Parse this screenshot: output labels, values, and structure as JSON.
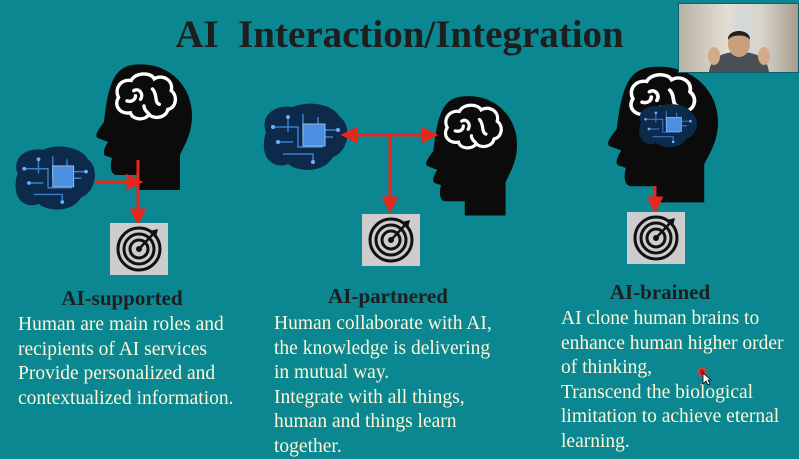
{
  "slide": {
    "title": "AI  Interaction/Integration",
    "columns": [
      {
        "heading": "AI-supported",
        "lines": [
          "Human are main roles and",
          "recipients of AI services",
          "Provide personalized and",
          "contextualized information."
        ]
      },
      {
        "heading": "AI-partnered",
        "lines": [
          "Human collaborate with AI,",
          "the knowledge is delivering",
          "in mutual way.",
          "Integrate with all things,",
          "human and things learn",
          "together."
        ]
      },
      {
        "heading": "AI-brained",
        "lines": [
          "AI clone human brains to",
          "enhance human higher order",
          "of thinking,",
          "Transcend the biological",
          "limitation to achieve eternal",
          "learning."
        ]
      }
    ]
  },
  "colors": {
    "background": "#0a8791",
    "arrow": "#e8261c",
    "text": "#fff6d8"
  }
}
